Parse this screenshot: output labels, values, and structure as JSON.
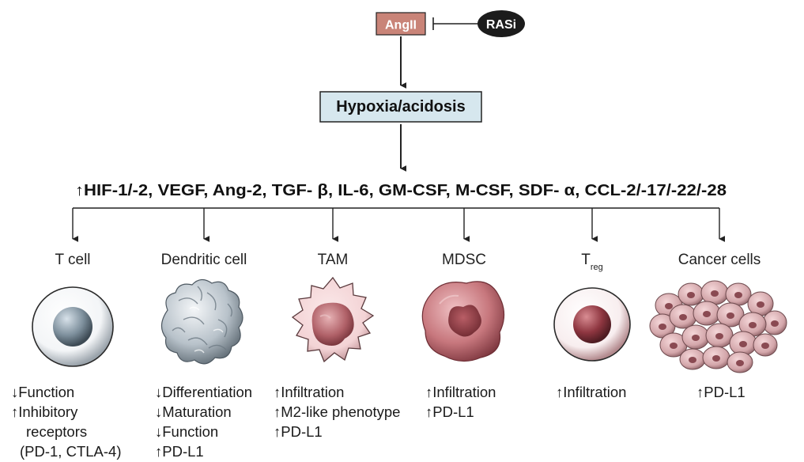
{
  "top": {
    "angii": "AngII",
    "rasi": "RASi"
  },
  "hypoxia": "Hypoxia/acidosis",
  "cytokines": "↑HIF-1/-2, VEGF, Ang-2, TGF- β, IL-6, GM-CSF, M-CSF, SDF- α, CCL-2/-17/-22/-28",
  "cells": [
    {
      "label": "T cell",
      "effects": [
        "↓Function",
        "↑Inhibitory",
        "receptors",
        "(PD-1, CTLA-4)"
      ]
    },
    {
      "label": "Dendritic cell",
      "effects": [
        "↓Differentiation",
        "↓Maturation",
        "↓Function",
        "↑PD-L1"
      ]
    },
    {
      "label": "TAM",
      "effects": [
        "↑Infiltration",
        "↑M2-like phenotype",
        "↑PD-L1"
      ]
    },
    {
      "label": "MDSC",
      "effects": [
        "↑Infiltration",
        "↑PD-L1"
      ]
    },
    {
      "label": "T",
      "label_sub": "reg",
      "effects": [
        "↑Infiltration"
      ]
    },
    {
      "label": "Cancer cells",
      "effects": [
        "↑PD-L1"
      ]
    }
  ],
  "colors": {
    "angii_box": "#c98478",
    "hypoxia_box": "#d6e7ee",
    "rasi_oval": "#1c1c1c"
  }
}
